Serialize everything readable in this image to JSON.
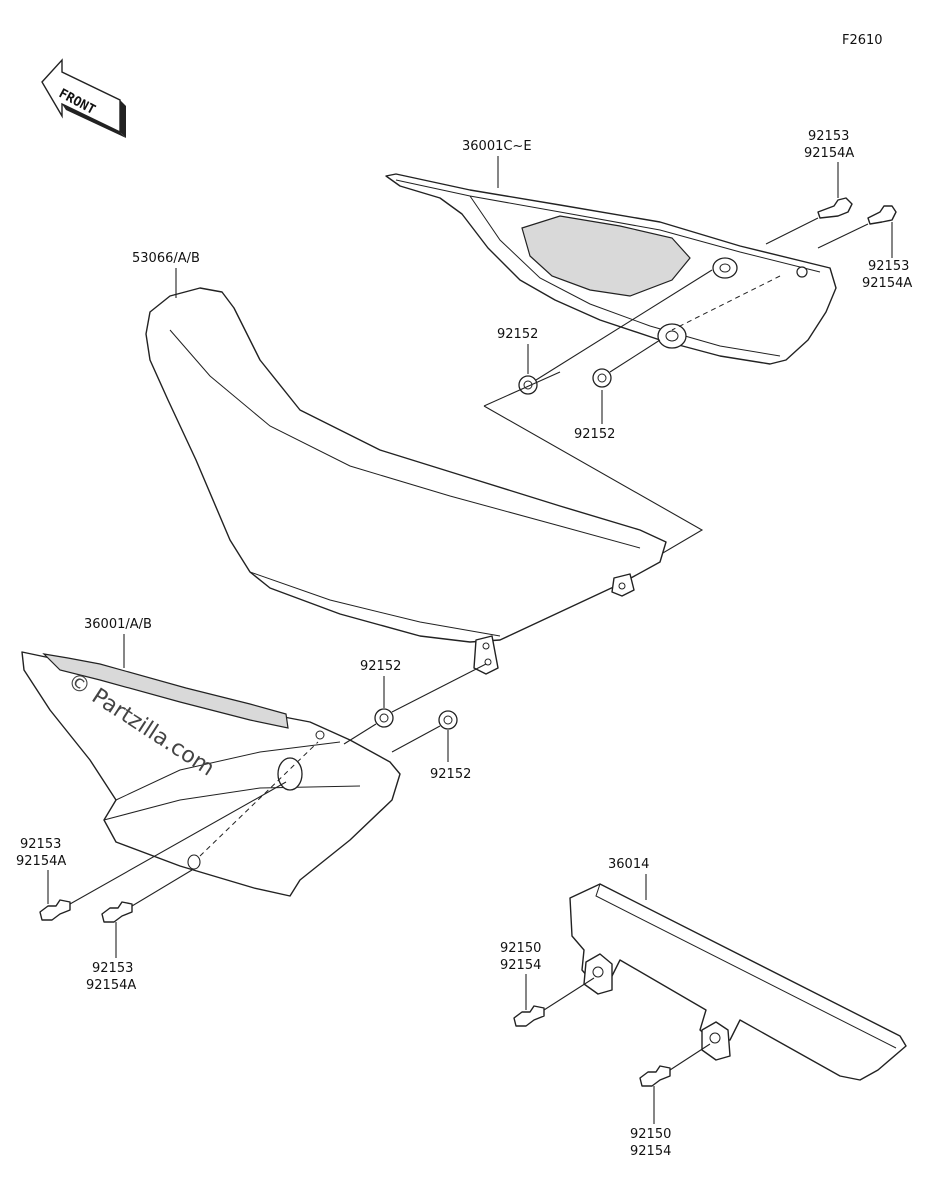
{
  "figure_id": "F2610",
  "front_label": "FRONT",
  "watermark": "© Partzilla.com",
  "labels": {
    "right_cover": "36001C~E",
    "seat": "53066/A/B",
    "left_cover": "36001/A/B",
    "chain_guard": "36014",
    "bolt_tr_a_1": "92153",
    "bolt_tr_a_2": "92154A",
    "bolt_tr_b_1": "92153",
    "bolt_tr_b_2": "92154A",
    "grommet_a": "92152",
    "grommet_b": "92152",
    "grommet_c": "92152",
    "grommet_d": "92152",
    "bolt_l_a_1": "92153",
    "bolt_l_a_2": "92154A",
    "bolt_l_b_1": "92153",
    "bolt_l_b_2": "92154A",
    "bolt_c_a_1": "92150",
    "bolt_c_a_2": "92154",
    "bolt_c_b_1": "92150",
    "bolt_c_b_2": "92154"
  }
}
